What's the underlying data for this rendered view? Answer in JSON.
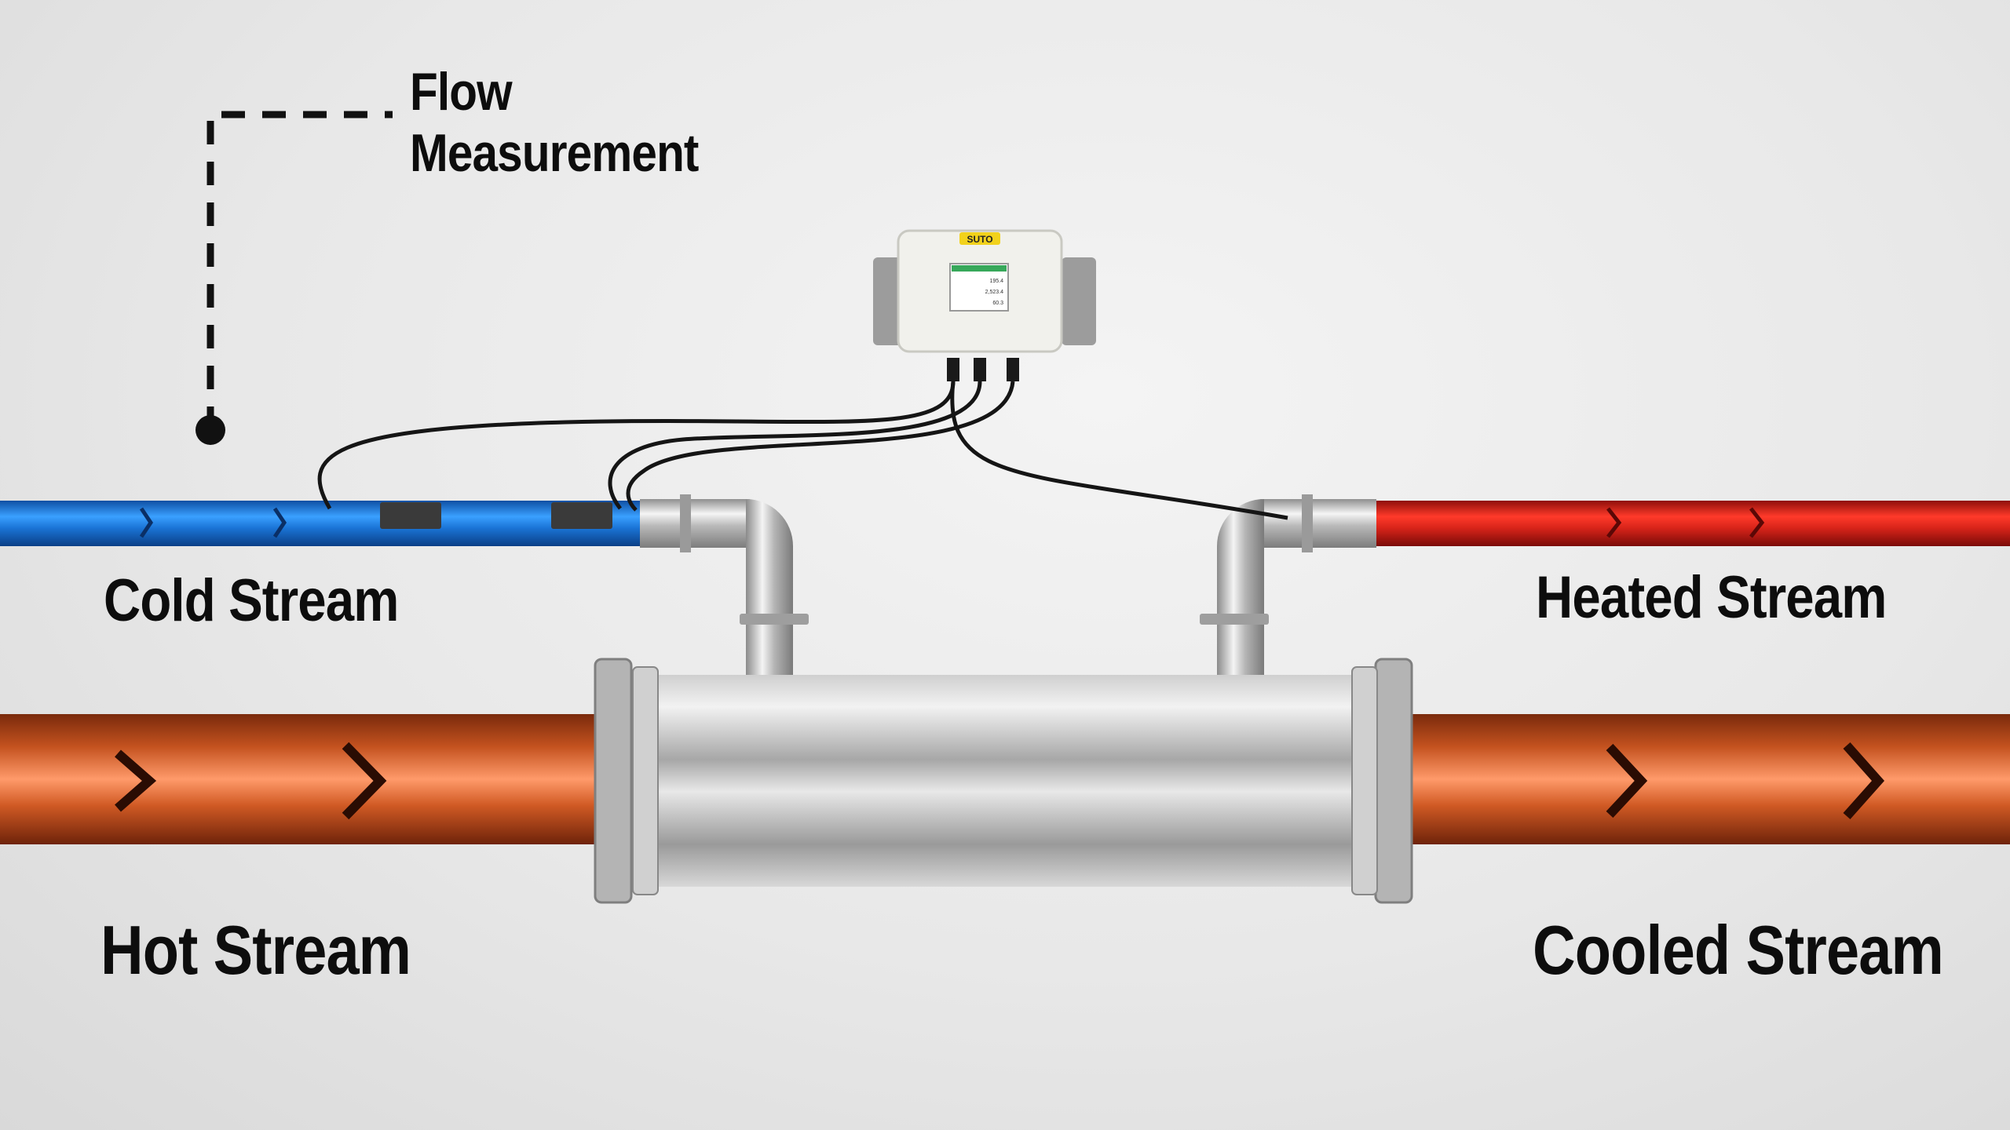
{
  "labels": {
    "cold_stream": "Cold Stream",
    "hot_stream": "Hot Stream",
    "heated_stream": "Heated Stream",
    "cooled_stream": "Cooled Stream",
    "flow_line1": "Flow",
    "flow_line2": "Measurement"
  },
  "device": {
    "brand": "SUTO",
    "display_values": [
      "195.4",
      "2,523.4",
      "60.3"
    ]
  },
  "colors": {
    "cold": "#1f78d1",
    "hot": "#c4521f",
    "heated": "#d41e14",
    "steel": "#c8c8c8",
    "brand_badge": "#f2d21c"
  },
  "icons": [
    "flow-arrow-icon",
    "dashed-leader-line-icon",
    "leader-dot-icon"
  ]
}
